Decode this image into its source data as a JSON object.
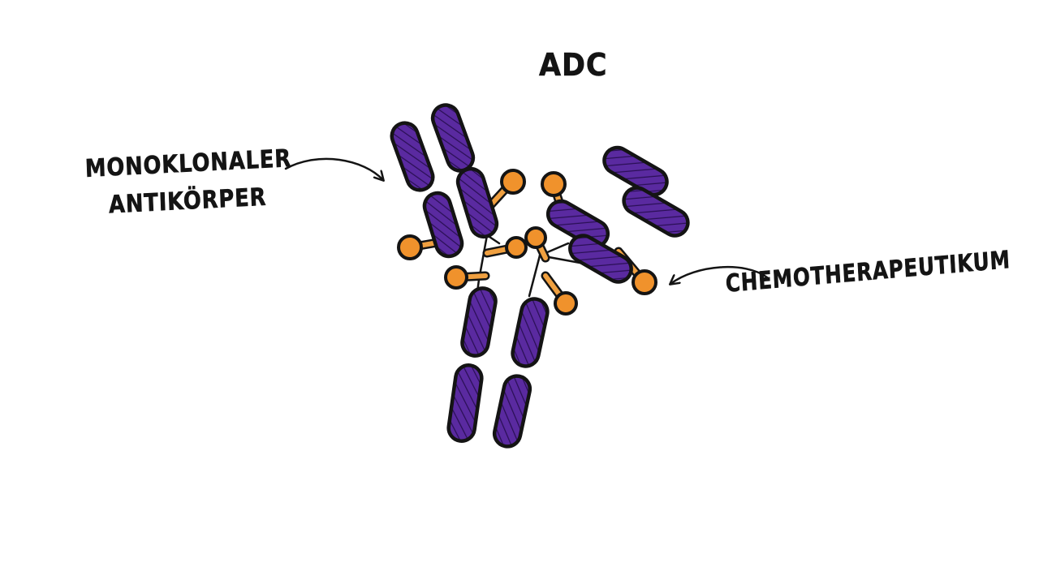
{
  "diagram": {
    "title": "ADC",
    "labels": {
      "antibody_line1": "MONOKLONALER",
      "antibody_line2": "ANTIKÖRPER",
      "drug": "CHEMOTHERAPEUTIKUM"
    },
    "colors": {
      "domain_fill": "#5a2aa0",
      "domain_hatch": "#2a0f55",
      "outline": "#141414",
      "payload_fill": "#f0922c",
      "linker": "#f0a040",
      "background": "#ffffff"
    }
  }
}
